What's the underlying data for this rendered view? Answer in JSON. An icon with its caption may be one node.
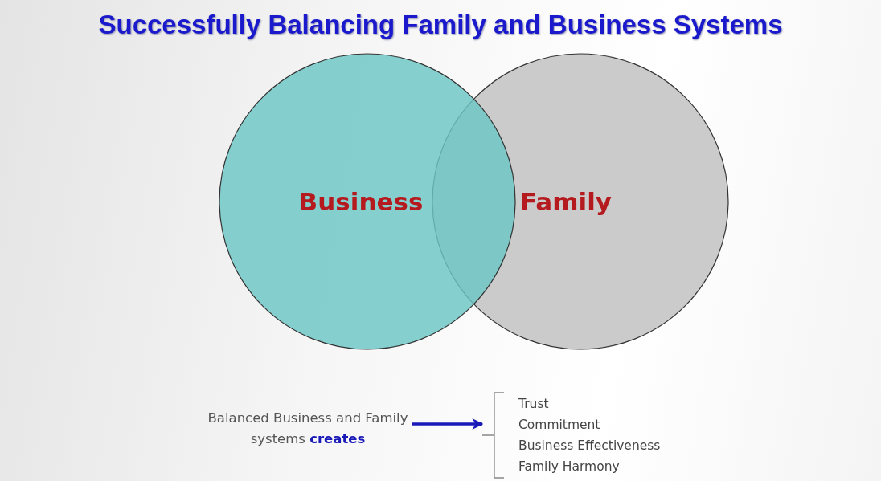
{
  "diagram": {
    "title": "Successfully Balancing Family and Business Systems",
    "nodes": [
      {
        "text": [
          "Business"
        ]
      },
      {
        "text": [
          "Family"
        ]
      },
      {
        "text": [
          "Balanced Business and Family systems **creates**"
        ]
      },
      {
        "text": [
          "Trust",
          "Commitment",
          "Business Effectiveness",
          "Family Harmony"
        ]
      }
    ],
    "edges": [
      {
        "from": 2,
        "to": 3,
        "arrow": "to",
        "color": "#1a1ab8"
      }
    ]
  }
}
